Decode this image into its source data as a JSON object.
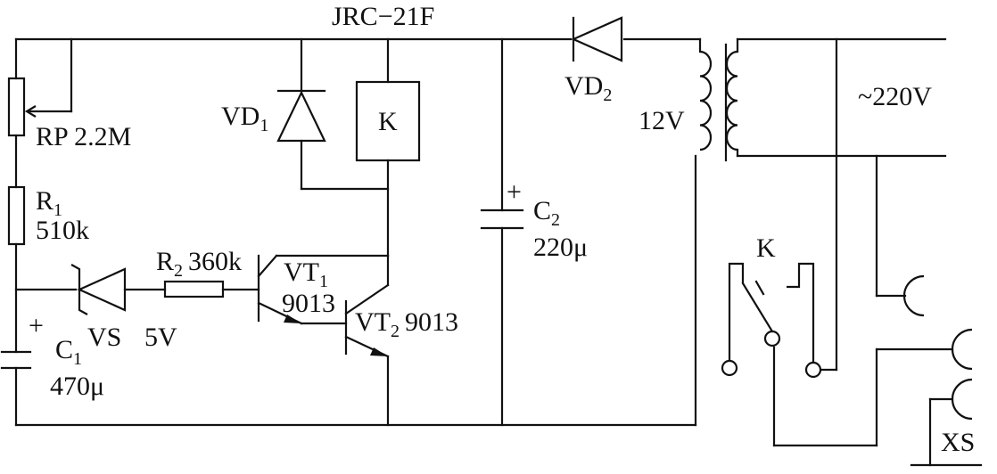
{
  "relay_model": "JRC−21F",
  "components": {
    "vd1": {
      "name": "VD",
      "sub": "1"
    },
    "relay_coil": {
      "name": "K"
    },
    "vd2": {
      "name": "VD",
      "sub": "2"
    },
    "rp": {
      "label": "RP 2.2M"
    },
    "r1": {
      "name": "R",
      "sub": "1",
      "value": "510k"
    },
    "r2": {
      "name": "R",
      "sub": "2",
      "value": "360k"
    },
    "c1": {
      "plus": "+",
      "name": "C",
      "sub": "1",
      "value": "470μ"
    },
    "c2": {
      "plus": "+",
      "name": "C",
      "sub": "2",
      "value": "220μ"
    },
    "vs": {
      "name": "VS",
      "value": "5V"
    },
    "vt1": {
      "name": "VT",
      "sub": "1",
      "value": "9013"
    },
    "vt2": {
      "name": "VT",
      "sub": "2",
      "value": "9013"
    },
    "transformer": {
      "secondary": "12V",
      "primary": "~220V"
    },
    "relay_contact": {
      "name": "K"
    },
    "socket": {
      "name": "XS"
    }
  }
}
